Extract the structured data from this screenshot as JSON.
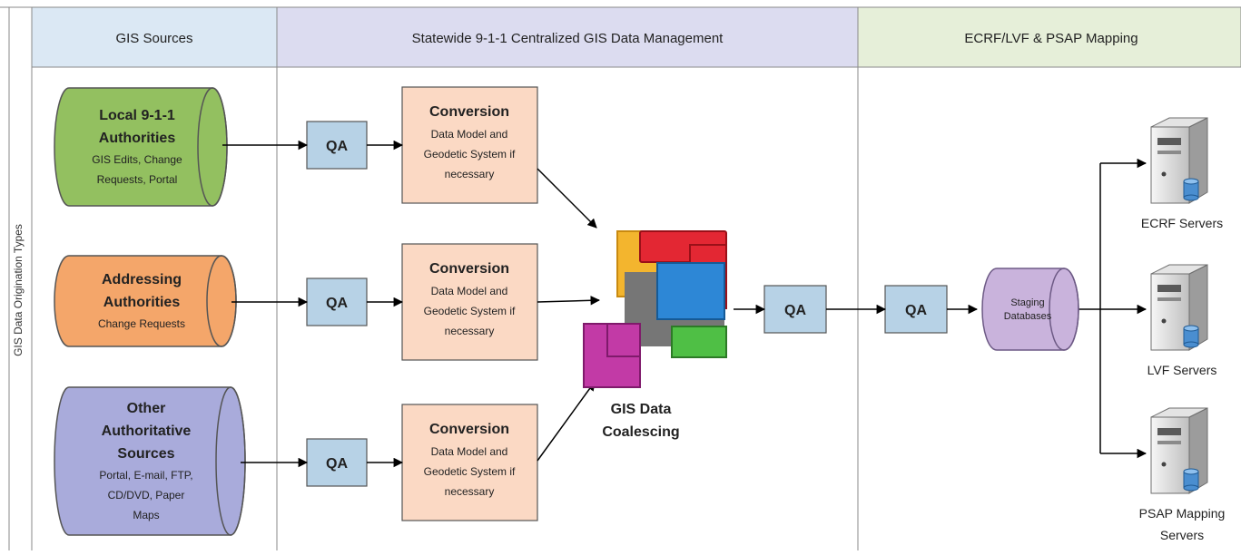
{
  "side_label": "GIS Data Origination Types",
  "lanes": {
    "sources": "GIS Sources",
    "central": "Statewide 9-1-1 Centralized GIS Data Management",
    "ecrf": "ECRF/LVF & PSAP Mapping"
  },
  "sources": [
    {
      "title": [
        "Local 9-1-1",
        "Authorities"
      ],
      "sub": [
        "GIS Edits, Change",
        "Requests, Portal"
      ],
      "color": "#93c060"
    },
    {
      "title": [
        "Addressing",
        "Authorities"
      ],
      "sub": [
        "Change Requests"
      ],
      "color": "#f4a66a"
    },
    {
      "title": [
        "Other",
        "Authoritative",
        "Sources"
      ],
      "sub": [
        "Portal, E-mail, FTP,",
        "CD/DVD, Paper",
        "Maps"
      ],
      "color": "#a9abdb"
    }
  ],
  "qa_label": "QA",
  "conversion": {
    "title": "Conversion",
    "sub": [
      "Data Model and",
      "Geodetic System if",
      "necessary"
    ]
  },
  "coalescing": [
    "GIS Data",
    "Coalescing"
  ],
  "staging": [
    "Staging",
    "Databases"
  ],
  "servers": [
    [
      "ECRF Servers"
    ],
    [
      "LVF Servers"
    ],
    [
      "PSAP Mapping",
      "Servers"
    ]
  ],
  "colors": {
    "qa_fill": "#b7d2e6",
    "conversion_fill": "#fbd9c4",
    "lane_central": "#dcdcf0",
    "lane_sources": "#dbe8f4",
    "lane_ecrf": "#e6efd9",
    "staging_fill": "#c9b3dc"
  }
}
